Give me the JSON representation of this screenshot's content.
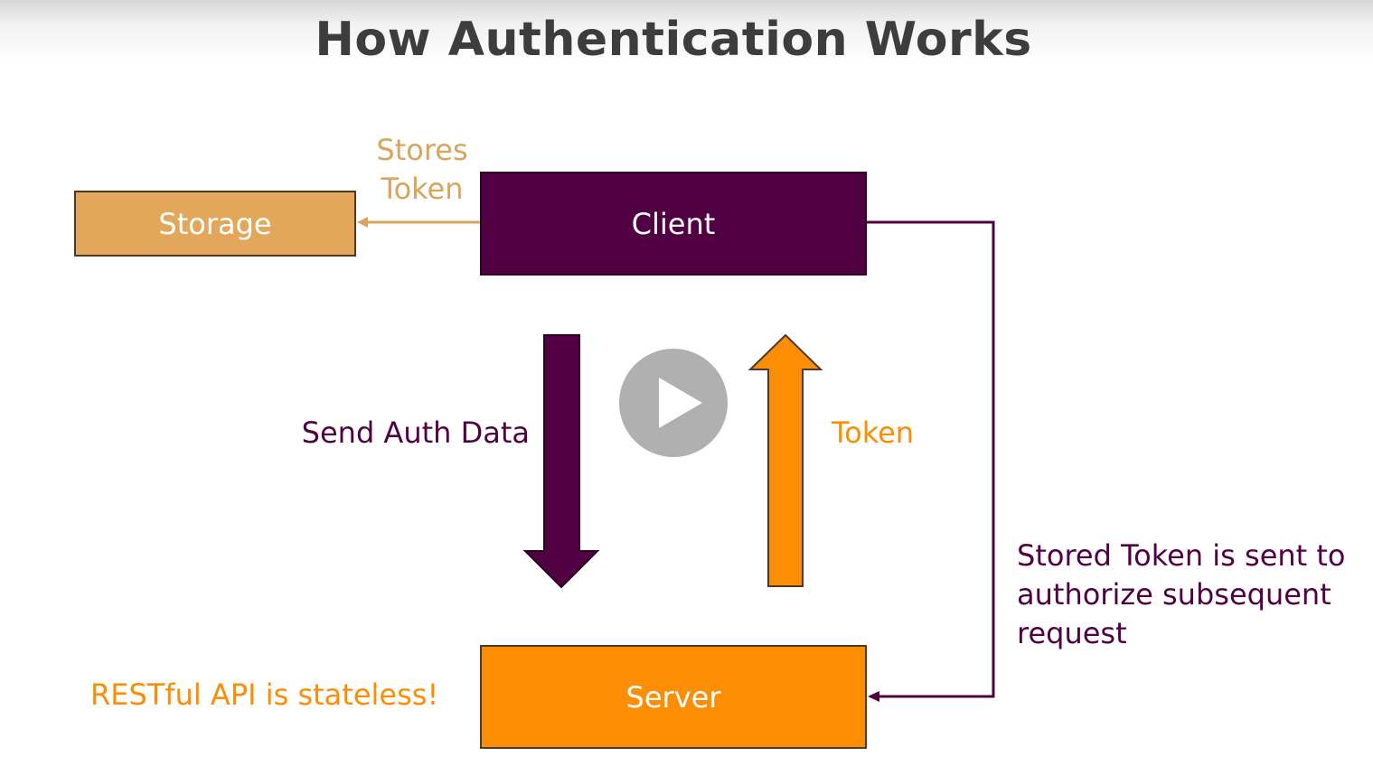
{
  "title": "How Authentication Works",
  "nodes": {
    "storage": "Storage",
    "client": "Client",
    "server": "Server"
  },
  "edges": {
    "stores_token_line1": "Stores",
    "stores_token_line2": "Token",
    "send_auth_data": "Send Auth Data",
    "token": "Token",
    "stored_token_line1": "Stored Token is sent to",
    "stored_token_line2": "authorize subsequent",
    "stored_token_line3": "request"
  },
  "note": "RESTful API is stateless!",
  "video": {
    "play_icon": "play-icon"
  },
  "colors": {
    "purple": "#510042",
    "orange": "#fb8e04",
    "tan": "#e3a75b",
    "title_gray": "#3d3d3d"
  }
}
